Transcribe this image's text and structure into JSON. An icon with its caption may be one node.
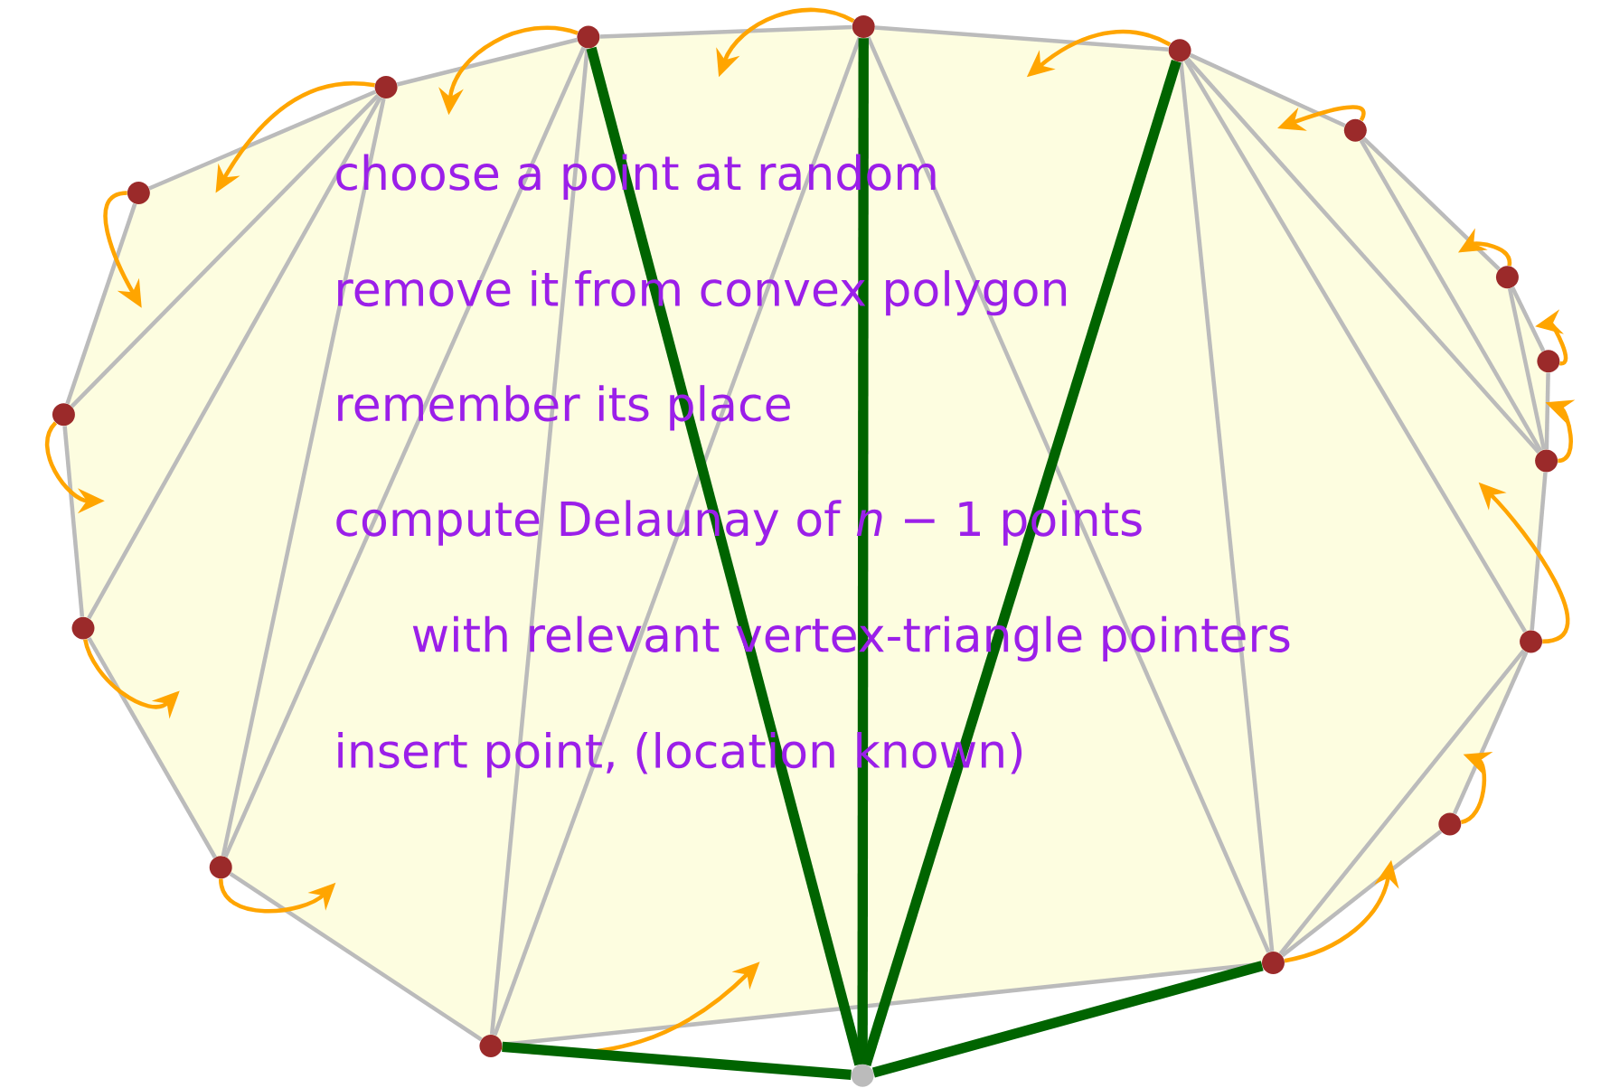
{
  "diagram": {
    "nodes": [
      {
        "text": [],
        "shape": "circle"
      },
      {
        "text": [],
        "shape": "circle"
      },
      {
        "text": [],
        "shape": "circle"
      },
      {
        "text": [],
        "shape": "circle"
      },
      {
        "text": [],
        "shape": "circle"
      },
      {
        "text": [],
        "shape": "circle"
      },
      {
        "text": [],
        "shape": "circle"
      },
      {
        "text": [],
        "shape": "circle"
      },
      {
        "text": [],
        "shape": "circle"
      },
      {
        "text": [],
        "shape": "circle"
      },
      {
        "text": [],
        "shape": "circle"
      },
      {
        "text": [],
        "shape": "circle"
      },
      {
        "text": [],
        "shape": "circle"
      },
      {
        "text": [],
        "shape": "circle"
      },
      {
        "text": [],
        "shape": "circle"
      },
      {
        "text": [],
        "shape": "circle"
      },
      {
        "text": [],
        "shape": "circle"
      }
    ],
    "edges": [
      {
        "from": 16,
        "to": 0,
        "arrow": "none"
      },
      {
        "from": 0,
        "to": 1,
        "arrow": "none"
      },
      {
        "from": 1,
        "to": 2,
        "arrow": "none"
      },
      {
        "from": 2,
        "to": 3,
        "arrow": "none"
      },
      {
        "from": 3,
        "to": 4,
        "arrow": "none"
      },
      {
        "from": 4,
        "to": 5,
        "arrow": "none"
      },
      {
        "from": 5,
        "to": 6,
        "arrow": "none"
      },
      {
        "from": 6,
        "to": 7,
        "arrow": "none"
      },
      {
        "from": 7,
        "to": 8,
        "arrow": "none"
      },
      {
        "from": 8,
        "to": 9,
        "arrow": "none"
      },
      {
        "from": 9,
        "to": 11,
        "arrow": "none"
      },
      {
        "from": 11,
        "to": 12,
        "arrow": "none"
      },
      {
        "from": 12,
        "to": 13,
        "arrow": "none"
      },
      {
        "from": 13,
        "to": 14,
        "arrow": "none"
      },
      {
        "from": 14,
        "to": 15,
        "arrow": "none"
      },
      {
        "from": 15,
        "to": 16,
        "arrow": "none"
      },
      {
        "from": 16,
        "to": 14,
        "arrow": "none"
      },
      {
        "from": 16,
        "to": 13,
        "arrow": "none"
      },
      {
        "from": 16,
        "to": 12,
        "arrow": "none"
      },
      {
        "from": 0,
        "to": 12,
        "arrow": "none"
      },
      {
        "from": 0,
        "to": 11,
        "arrow": "none"
      },
      {
        "from": 1,
        "to": 11,
        "arrow": "none"
      },
      {
        "from": 1,
        "to": 9,
        "arrow": "none"
      },
      {
        "from": 2,
        "to": 9,
        "arrow": "none"
      },
      {
        "from": 2,
        "to": 7,
        "arrow": "none"
      },
      {
        "from": 2,
        "to": 6,
        "arrow": "none"
      },
      {
        "from": 3,
        "to": 6,
        "arrow": "none"
      },
      {
        "from": 4,
        "to": 6,
        "arrow": "none"
      },
      {
        "from": 7,
        "to": 9,
        "arrow": "none"
      },
      {
        "from": 10,
        "to": 0,
        "arrow": "none",
        "style": "thick",
        "color": "#006400"
      },
      {
        "from": 10,
        "to": 1,
        "arrow": "none",
        "style": "thick",
        "color": "#006400"
      },
      {
        "from": 10,
        "to": 2,
        "arrow": "none",
        "style": "thick",
        "color": "#006400"
      },
      {
        "from": 10,
        "to": 9,
        "arrow": "none",
        "style": "thick",
        "color": "#006400"
      },
      {
        "from": 10,
        "to": 11,
        "arrow": "none",
        "style": "thick",
        "color": "#006400"
      },
      {
        "from": 0,
        "to": null,
        "arrow": "to",
        "color": "#ffa500"
      },
      {
        "from": 1,
        "to": null,
        "arrow": "to",
        "color": "#ffa500"
      },
      {
        "from": 2,
        "to": null,
        "arrow": "to",
        "color": "#ffa500"
      },
      {
        "from": 3,
        "to": null,
        "arrow": "to",
        "color": "#ffa500"
      },
      {
        "from": 4,
        "to": null,
        "arrow": "to",
        "color": "#ffa500"
      },
      {
        "from": 5,
        "to": null,
        "arrow": "to",
        "color": "#ffa500"
      },
      {
        "from": 6,
        "to": null,
        "arrow": "to",
        "color": "#ffa500"
      },
      {
        "from": 7,
        "to": null,
        "arrow": "to",
        "color": "#ffa500"
      },
      {
        "from": 8,
        "to": null,
        "arrow": "to",
        "color": "#ffa500"
      },
      {
        "from": 9,
        "to": null,
        "arrow": "to",
        "color": "#ffa500"
      },
      {
        "from": 11,
        "to": null,
        "arrow": "to",
        "color": "#ffa500"
      },
      {
        "from": 12,
        "to": null,
        "arrow": "to",
        "color": "#ffa500"
      },
      {
        "from": 13,
        "to": null,
        "arrow": "to",
        "color": "#ffa500"
      },
      {
        "from": 14,
        "to": null,
        "arrow": "to",
        "color": "#ffa500"
      },
      {
        "from": 15,
        "to": null,
        "arrow": "to",
        "color": "#ffa500"
      },
      {
        "from": 16,
        "to": null,
        "arrow": "to",
        "color": "#ffa500"
      }
    ],
    "labels": [
      "choose a point at random",
      "remove it from convex polygon",
      "remember its place",
      "compute Delaunay of *n* − 1 points",
      "with relevant vertex-triangle pointers",
      "insert point, (location known)"
    ]
  }
}
